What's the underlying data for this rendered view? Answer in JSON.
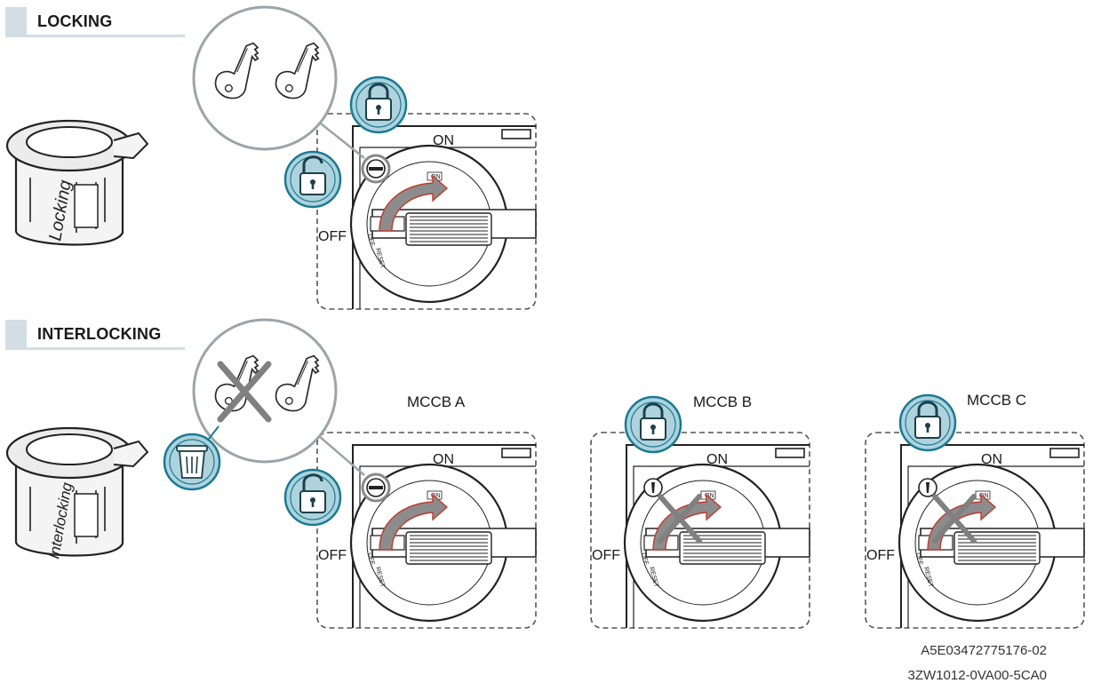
{
  "sections": {
    "locking": {
      "title": "LOCKING",
      "accessory_label": "Locking"
    },
    "interlocking": {
      "title": "INTERLOCKING",
      "accessory_label": "Interlocking"
    }
  },
  "switch": {
    "on_label": "ON",
    "off_label": "OFF",
    "dial_on": "ON",
    "dial_off": "OFF",
    "dial_reset": "RESET"
  },
  "breakers": {
    "a": "MCCB A",
    "b": "MCCB B",
    "c": "MCCB C"
  },
  "codes": {
    "doc_id": "A5E03472775176-02",
    "part_no": "3ZW1012-0VA00-5CA0"
  },
  "colors": {
    "badge_fill": "#aed3dd",
    "badge_stroke": "#1a7a93",
    "arrow_stroke": "#c0392b",
    "cross": "#808080",
    "header_bar": "#d3dde4"
  },
  "icons": [
    "key-icon",
    "padlock-locked-icon",
    "padlock-unlocked-icon",
    "trash-icon",
    "cross-icon"
  ]
}
